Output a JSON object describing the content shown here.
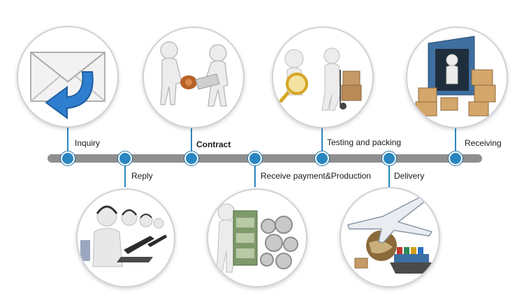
{
  "steps": [
    {
      "label": "Inquiry"
    },
    {
      "label": "Reply"
    },
    {
      "label": "Contract"
    },
    {
      "label": "Receive payment&Production"
    },
    {
      "label": "Testing and packing"
    },
    {
      "label": "Delivery"
    },
    {
      "label": "Receiving"
    }
  ],
  "colors": {
    "node": "#2a86c0",
    "bar": "#8f8f8f"
  },
  "icons": [
    "envelope-reply-icon",
    "call-center-icon",
    "contract-handshake-icon",
    "money-gears-icon",
    "magnifier-boxes-icon",
    "plane-ship-icon",
    "warehouse-boxes-icon"
  ]
}
